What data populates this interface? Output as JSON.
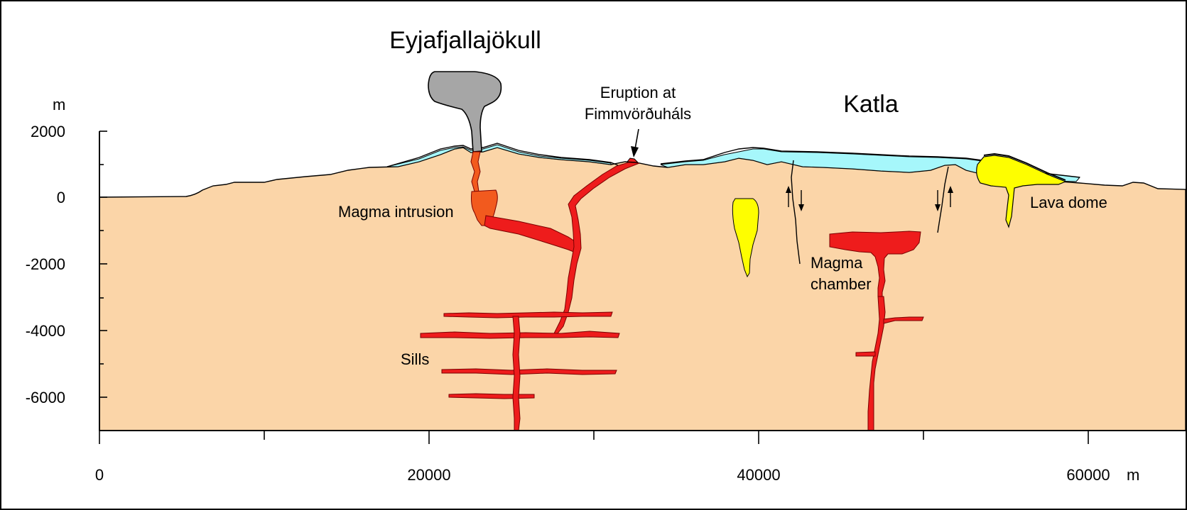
{
  "title_left": "Eyjafjallajökull",
  "title_right": "Katla",
  "y_axis": {
    "unit": "m",
    "ticks": [
      "2000",
      "0",
      "-2000",
      "-4000",
      "-6000"
    ]
  },
  "x_axis": {
    "unit": "m",
    "ticks": [
      "0",
      "20000",
      "40000",
      "60000"
    ]
  },
  "labels": {
    "eruption_line1": "Eruption at",
    "eruption_line2": "Fimmvörðuháls",
    "magma_intrusion": "Magma intrusion",
    "sills": "Sills",
    "magma_chamber_line1": "Magma",
    "magma_chamber_line2": "chamber",
    "lava_dome": "Lava dome"
  },
  "colors": {
    "crust": "#fbd5a8",
    "ice": "#a6f7fb",
    "magma": "#ee1c1c",
    "intrusion": "#f25a1e",
    "plume": "#a6a6a6",
    "lava_dome": "#fefe00"
  }
}
